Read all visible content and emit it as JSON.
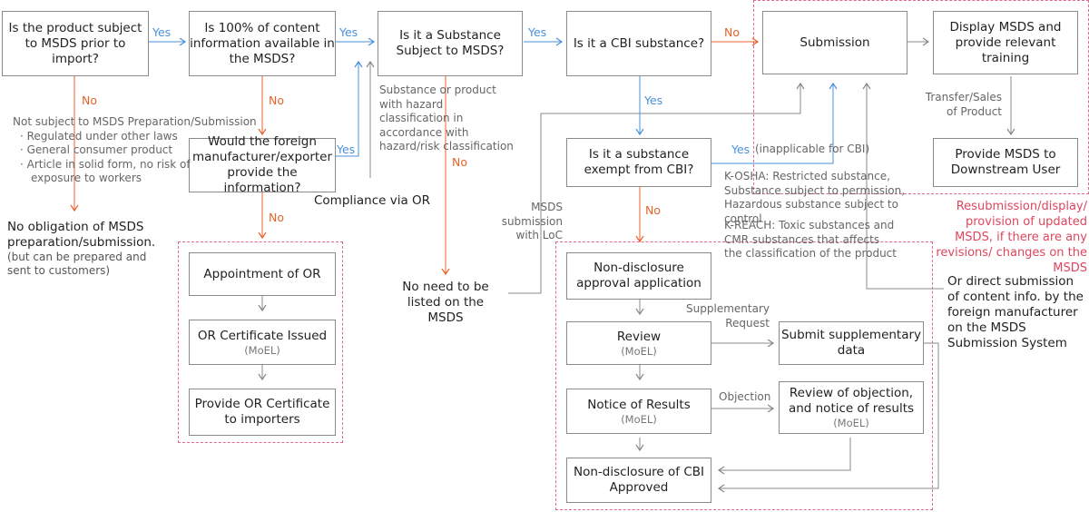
{
  "nodes": {
    "q_subject_msds": "Is the product subject to MSDS prior to import?",
    "q_full_info": "Is 100% of content information available in the MSDS?",
    "q_substance_subject": "Is it a Substance Subject to MSDS?",
    "q_cbi": "Is it a CBI substance?",
    "submission": "Submission",
    "display_msds": "Display MSDS and provide relevant training",
    "provide_downstream": "Provide MSDS to Downstream User",
    "q_foreign_provide": "Would the foreign manufacturer/exporter provide the information?",
    "q_exempt_cbi": "Is it a substance exempt from CBI?",
    "appointment_or": "Appointment of OR",
    "or_cert_issued": "OR Certificate Issued",
    "or_cert_issued_sub": "(MoEL)",
    "provide_or_cert": "Provide OR Certificate to importers",
    "nd_application": "Non-disclosure approval application",
    "review": "Review",
    "review_sub": "(MoEL)",
    "notice_results": "Notice of Results",
    "notice_results_sub": "(MoEL)",
    "nd_approved": "Non-disclosure of CBI Approved",
    "submit_supp": "Submit supplementary data",
    "review_objection": "Review of objection, and notice of results",
    "review_objection_sub": "(MoEL)"
  },
  "labels": {
    "yes": "Yes",
    "no": "No",
    "yes_inapplicable": "(inapplicable for CBI)",
    "not_subject_title": "Not subject to MSDS Preparation/Submission",
    "not_subject_reasons": [
      "· Regulated under other laws",
      "· General consumer product",
      "· Article in solid form, no risk of",
      "  exposure to workers"
    ],
    "no_obligation": "No obligation of MSDS preparation/submission.",
    "no_obligation_note": "(but can be prepared and sent to customers)",
    "compliance_or": "Compliance via OR",
    "hazard_class": "Substance or product with hazard classification in accordance with hazard/risk classification",
    "no_need_listed": "No need to be listed on the MSDS",
    "msds_submission_loc": "MSDS submission with LoC",
    "kosha_text": "K-OSHA: Restricted substance, Substance subject to permission, Hazardous substance subject to control",
    "kreach_text": "K-REACH: Toxic substances and CMR substances that affects the classification of the product",
    "transfer_sales": "Transfer/Sales of Product",
    "resubmission": "Resubmission/display/ provision of updated MSDS, if there are any revisions/ changes on the MSDS",
    "direct_submission": "Or direct submission of content info. by the foreign manufacturer on the MSDS Submission System",
    "supplementary_request": "Supplementary Request",
    "objection": "Objection"
  },
  "colors": {
    "yes": "#4a90d9",
    "no": "#e8632b",
    "neutral": "#999999",
    "dashed_region": "#e06a8a",
    "resubmission_text": "#e0455c"
  }
}
